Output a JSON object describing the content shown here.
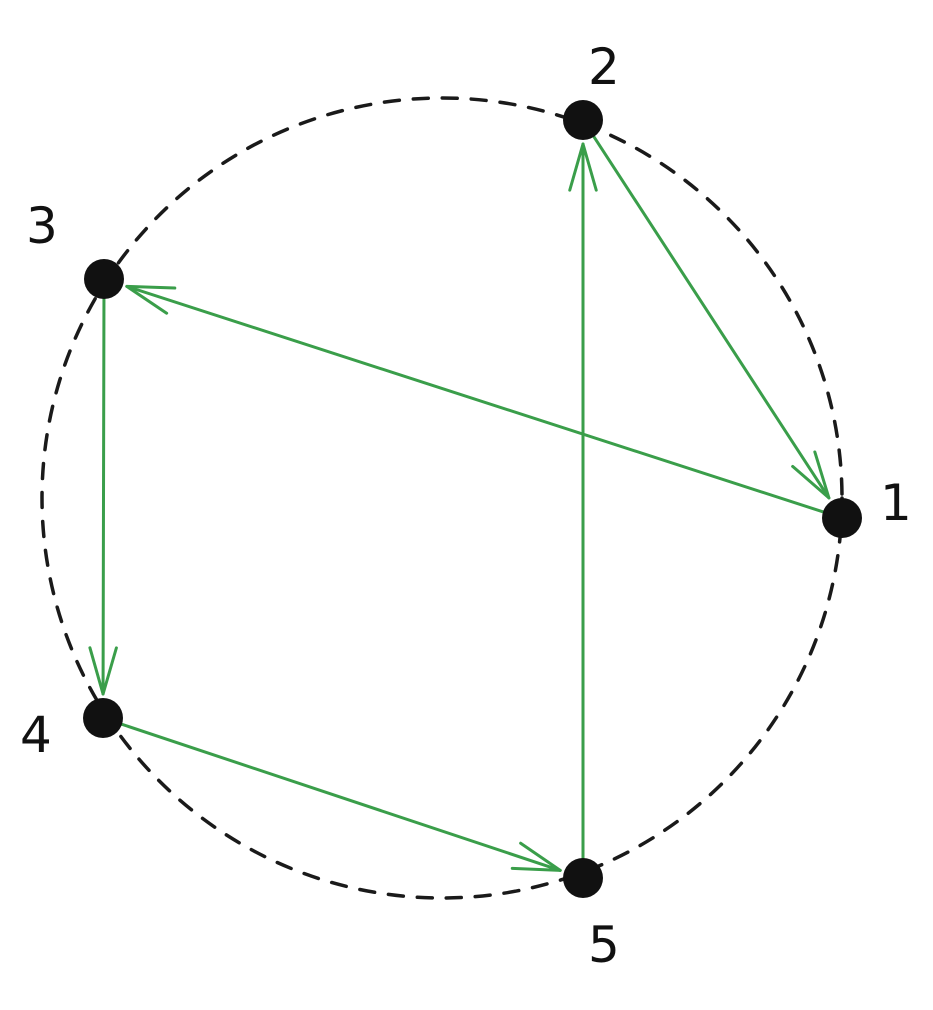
{
  "colors": {
    "background": "#ffffff",
    "circle_stroke": "#1a1a1a",
    "node_fill": "#111111",
    "arrow": "#3a9e4a",
    "label": "#111111"
  },
  "nodes": [
    {
      "id": "1",
      "label": "1"
    },
    {
      "id": "2",
      "label": "2"
    },
    {
      "id": "3",
      "label": "3"
    },
    {
      "id": "4",
      "label": "4"
    },
    {
      "id": "5",
      "label": "5"
    }
  ],
  "edges": [
    {
      "from": "2",
      "to": "1"
    },
    {
      "from": "1",
      "to": "3"
    },
    {
      "from": "3",
      "to": "4"
    },
    {
      "from": "4",
      "to": "5"
    },
    {
      "from": "5",
      "to": "2"
    }
  ]
}
